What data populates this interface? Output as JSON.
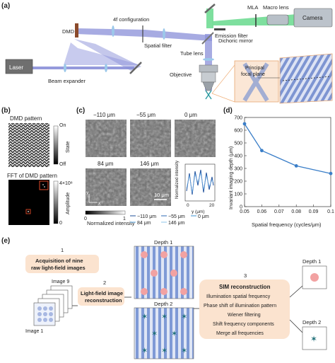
{
  "panel_a": {
    "letter": "(a)",
    "labels": {
      "dmd": "DMD",
      "fourf": "4f configuration",
      "spatial_filter": "Spatial filter",
      "mla": "MLA",
      "macro_lens": "Macro lens",
      "camera": "Camera",
      "emission_filter": "Emission filter",
      "dichroic": "Dichoric mirror",
      "tube_lens": "Tube lens",
      "laser": "Laser",
      "beam_expander": "Beam expander",
      "objective": "Objective",
      "principal": "Principal",
      "focal_plane": "focal plane"
    }
  },
  "panel_b": {
    "letter": "(b)",
    "dmd_title": "DMD pattern",
    "on": "On",
    "off": "Off",
    "state": "State",
    "fft_title": "FFT of DMD pattern",
    "fft_max": "4×10⁸",
    "fft_min": "0",
    "amplitude": "Amplitude"
  },
  "panel_c": {
    "letter": "(c)",
    "top_depths": [
      "−110 μm",
      "−55 μm",
      "0 μm"
    ],
    "bottom_depths": [
      "84 μm",
      "146 μm"
    ],
    "scale_bar": "10 μm",
    "colorbar_min": "0",
    "colorbar_max": "1",
    "colorbar_label": "Normalized intensity",
    "axis_y": "y",
    "axis_x": "x",
    "profile_ylabel": "Normalized intensity",
    "profile_xlabel": "y (μm)",
    "profile_ticks": [
      "0",
      "20"
    ],
    "legend": [
      "−110 μm",
      "−55 μm",
      "0 μm",
      "84 μm",
      "146 μm"
    ]
  },
  "panel_d": {
    "letter": "(d)",
    "chart_data": {
      "type": "line",
      "x": [
        0.05,
        0.06,
        0.08,
        0.1
      ],
      "y": [
        650,
        440,
        320,
        260
      ],
      "xlabel": "Spatial frequency (cycles/μm)",
      "ylabel": "Invariant imaging depth (μm)",
      "xlim": [
        0.05,
        0.1
      ],
      "ylim": [
        0,
        700
      ],
      "xticks": [
        "0.05",
        "0.06",
        "0.07",
        "0.08",
        "0.09",
        "0.1"
      ],
      "yticks": [
        "0",
        "100",
        "200",
        "300",
        "400",
        "500",
        "600",
        "700"
      ],
      "color": "#3a7ec8"
    }
  },
  "panel_e": {
    "letter": "(e)",
    "step1_num": "1",
    "step1_line1": "Acquisition of nine",
    "step1_line2": "raw light-field images",
    "image9": "Image 9",
    "image1": "Image 1",
    "step2_num": "2",
    "step2_line1": "Light-field image",
    "step2_line2": "reconstruction",
    "depth1": "Depth 1",
    "depth2": "Depth 2",
    "step3_num": "3",
    "step3_title": "SIM reconstruction",
    "step3_items": [
      "Illumination spatial frequency",
      "Phase shift of illumination pattern",
      "Wiener filtering",
      "Shift frequency components",
      "Merge all frequencies"
    ],
    "out_depth1": "Depth 1",
    "out_depth2": "Depth 2"
  },
  "colors": {
    "beam": "#8a8fd8",
    "green": "#77dd99",
    "box": "#fbe3cf",
    "accent": "#e87070",
    "star": "#1f6f78"
  }
}
